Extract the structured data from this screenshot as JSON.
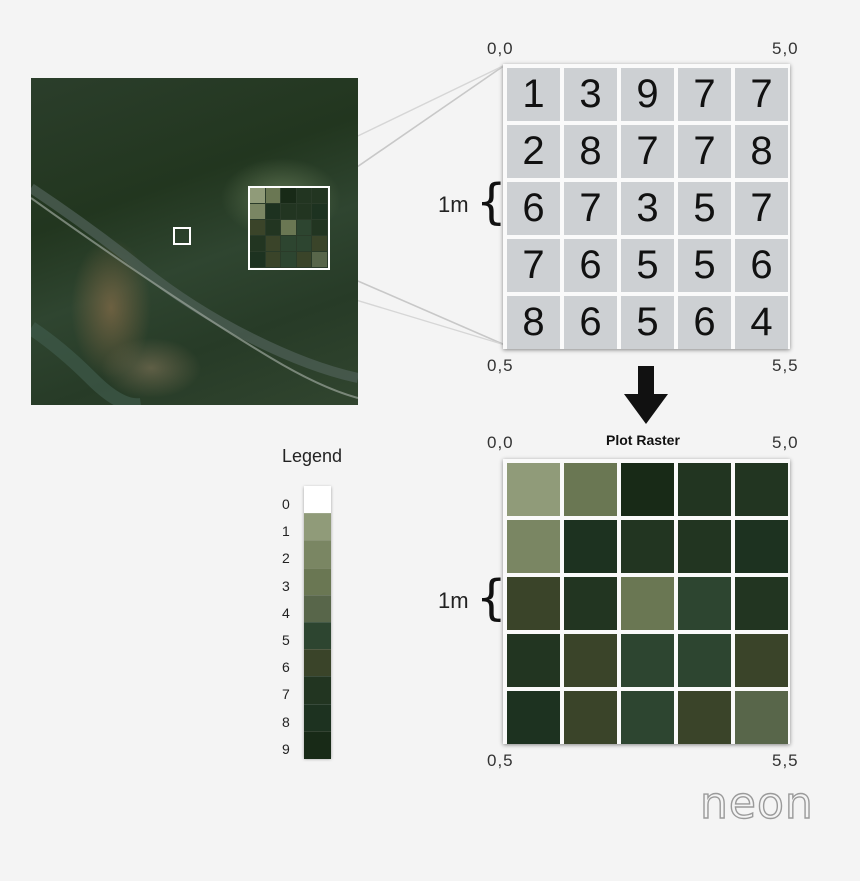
{
  "corners": {
    "top_left": "0,0",
    "top_right": "5,0",
    "bottom_left": "0,5",
    "bottom_right": "5,5"
  },
  "scale_label": "1m",
  "plot_title": "Plot Raster",
  "legend": {
    "title": "Legend",
    "entries": [
      {
        "label": "0",
        "color": "#ffffff"
      },
      {
        "label": "1",
        "color": "#909b79"
      },
      {
        "label": "2",
        "color": "#7a8663"
      },
      {
        "label": "3",
        "color": "#6a7753"
      },
      {
        "label": "4",
        "color": "#58664a"
      },
      {
        "label": "5",
        "color": "#2d4530"
      },
      {
        "label": "6",
        "color": "#3a4429"
      },
      {
        "label": "7",
        "color": "#223521"
      },
      {
        "label": "8",
        "color": "#1d3220"
      },
      {
        "label": "9",
        "color": "#182a17"
      }
    ]
  },
  "raster_values": [
    [
      1,
      3,
      9,
      7,
      7
    ],
    [
      2,
      8,
      7,
      7,
      8
    ],
    [
      6,
      7,
      3,
      5,
      7
    ],
    [
      7,
      6,
      5,
      5,
      6
    ],
    [
      8,
      6,
      5,
      6,
      4
    ]
  ],
  "logo_text": "neon"
}
